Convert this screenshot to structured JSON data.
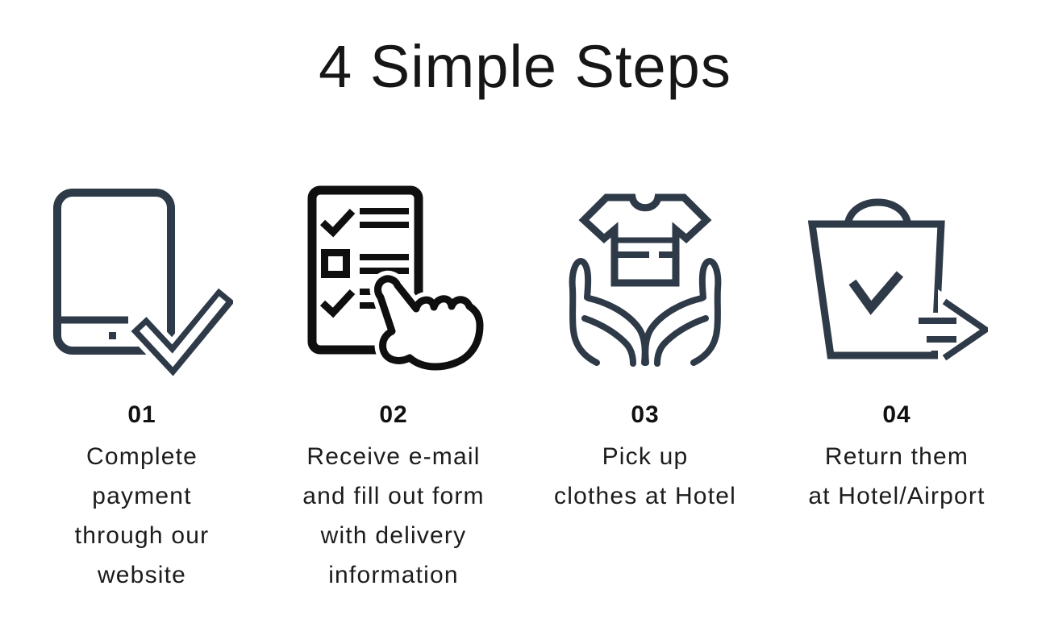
{
  "title": "4 Simple Steps",
  "steps": [
    {
      "number": "01",
      "caption": "Complete\npayment\nthrough our\nwebsite",
      "icon": "tablet-check-icon"
    },
    {
      "number": "02",
      "caption": "Receive e-mail\nand fill out form\nwith delivery\ninformation",
      "icon": "form-checklist-hand-icon"
    },
    {
      "number": "03",
      "caption": "Pick up\nclothes at Hotel",
      "icon": "hands-holding-clothes-icon"
    },
    {
      "number": "04",
      "caption": "Return them\nat Hotel/Airport",
      "icon": "bag-return-arrow-icon"
    }
  ],
  "colors": {
    "icon_dark": "#2e3a48",
    "icon_black": "#0f0f0f",
    "text": "#1c1c1c"
  }
}
